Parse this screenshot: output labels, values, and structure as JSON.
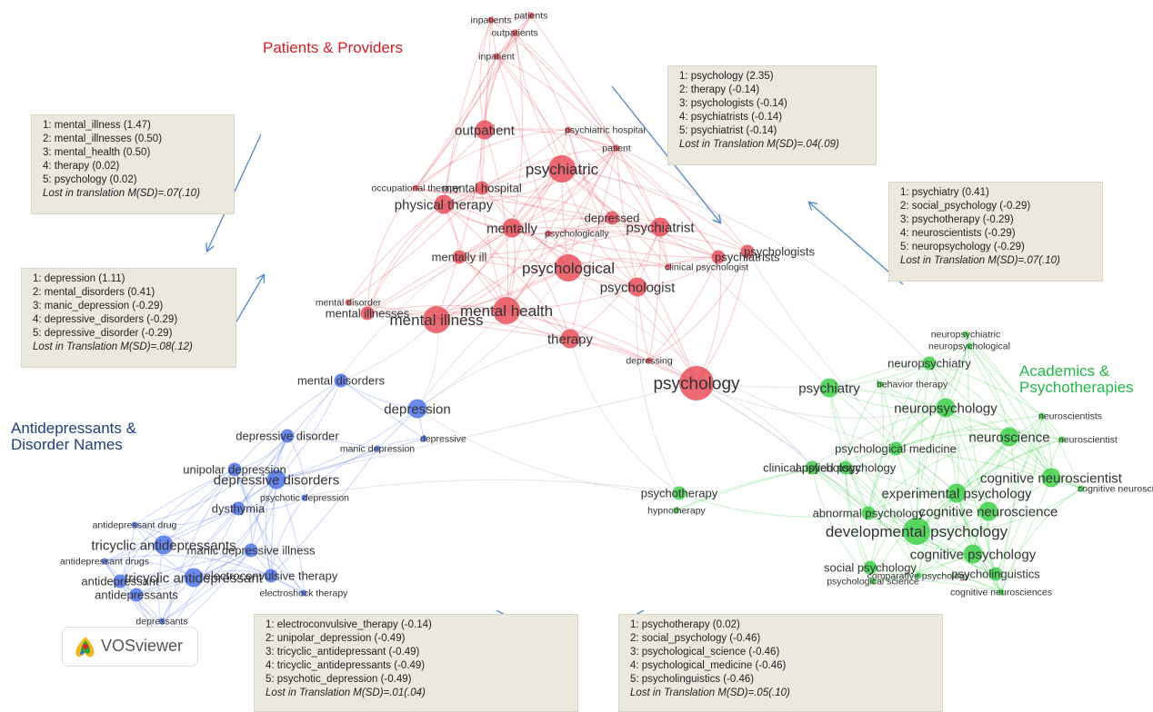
{
  "colors": {
    "red_cluster": "#e8505b",
    "blue_cluster": "#4f74e8",
    "green_cluster": "#3fcf4a",
    "red_title": "#d21f26",
    "blue_title": "#1f3f7a",
    "green_title": "#22b94a",
    "arrow": "#4e88c9",
    "box_bg": "#ebe8de"
  },
  "cluster_titles": {
    "red": "Patients & Providers",
    "blue_line1": "Antidepressants &",
    "blue_line2": "Disorder Names",
    "green_line1": "Academics &",
    "green_line2": "Psychotherapies"
  },
  "boxes": {
    "mental_illness": {
      "lines": [
        "1: mental_illness (1.47)",
        "2: mental_illnesses (0.50)",
        "3: mental_health (0.50)",
        "4: therapy (0.02)",
        "5: psychology (0.02)"
      ],
      "lost": "Lost in translation M(SD)=.07(.10)"
    },
    "depression": {
      "lines": [
        "1: depression (1.11)",
        "2: mental_disorders (0.41)",
        "3: manic_depression (-0.29)",
        "4: depressive_disorders (-0.29)",
        "5: depressive_disorder (-0.29)"
      ],
      "lost": "Lost in Translation M(SD)=.08(.12)"
    },
    "psychology": {
      "lines": [
        "1: psychology (2.35)",
        "2: therapy (-0.14)",
        "3: psychologists (-0.14)",
        "4: psychiatrists (-0.14)",
        "5: psychiatrist (-0.14)"
      ],
      "lost": "Lost in Translation M(SD)=.04(.09)"
    },
    "psychiatry": {
      "lines": [
        "1: psychiatry (0.41)",
        "2: social_psychology (-0.29)",
        "3: psychotherapy (-0.29)",
        "4: neuroscientists (-0.29)",
        "5: neuropsychology (-0.29)"
      ],
      "lost": "Lost in Translation M(SD)=.07(.10)"
    },
    "electroconvulsive": {
      "lines": [
        "1: electroconvulsive_therapy (-0.14)",
        "2: unipolar_depression (-0.49)",
        "3: tricyclic_antidepressant (-0.49)",
        "4: tricyclic_antidepressants (-0.49)",
        "5: psychotic_depression (-0.49)"
      ],
      "lost": "Lost in Translation M(SD)=.01(.04)"
    },
    "psychotherapy": {
      "lines": [
        "1: psychotherapy (0.02)",
        "2: social_psychology (-0.46)",
        "3: psychological_science (-0.46)",
        "4: psychological_medicine (-0.46)",
        "5: psycholinguistics (-0.46)"
      ],
      "lost": "Lost in Translation M(SD)=.05(.10)"
    }
  },
  "nodes": [
    {
      "label": "inpatients",
      "cluster": "red",
      "size": "xs"
    },
    {
      "label": "patients",
      "cluster": "red",
      "size": "xs"
    },
    {
      "label": "outpatients",
      "cluster": "red",
      "size": "xs"
    },
    {
      "label": "inpatient",
      "cluster": "red",
      "size": "xs"
    },
    {
      "label": "outpatient",
      "cluster": "red",
      "size": "m"
    },
    {
      "label": "psychiatric hospital",
      "cluster": "red",
      "size": "xs"
    },
    {
      "label": "patient",
      "cluster": "red",
      "size": "xs"
    },
    {
      "label": "psychiatric",
      "cluster": "red",
      "size": "l"
    },
    {
      "label": "occupational therapy",
      "cluster": "red",
      "size": "xs"
    },
    {
      "label": "mental hospital",
      "cluster": "red",
      "size": "s"
    },
    {
      "label": "physical therapy",
      "cluster": "red",
      "size": "m"
    },
    {
      "label": "mentally",
      "cluster": "red",
      "size": "m"
    },
    {
      "label": "psychologically",
      "cluster": "red",
      "size": "xs"
    },
    {
      "label": "depressed",
      "cluster": "red",
      "size": "s"
    },
    {
      "label": "psychiatrist",
      "cluster": "red",
      "size": "m"
    },
    {
      "label": "psychiatrists",
      "cluster": "red",
      "size": "s"
    },
    {
      "label": "psychologists",
      "cluster": "red",
      "size": "s"
    },
    {
      "label": "mentally ill",
      "cluster": "red",
      "size": "s"
    },
    {
      "label": "psychological",
      "cluster": "red",
      "size": "l"
    },
    {
      "label": "clinical psychologist",
      "cluster": "red",
      "size": "xs"
    },
    {
      "label": "psychologist",
      "cluster": "red",
      "size": "m"
    },
    {
      "label": "mental disorder",
      "cluster": "red",
      "size": "xs"
    },
    {
      "label": "mental illnesses",
      "cluster": "red",
      "size": "s"
    },
    {
      "label": "mental illness",
      "cluster": "red",
      "size": "l"
    },
    {
      "label": "mental health",
      "cluster": "red",
      "size": "l"
    },
    {
      "label": "therapy",
      "cluster": "red",
      "size": "m"
    },
    {
      "label": "depressing",
      "cluster": "red",
      "size": "xs"
    },
    {
      "label": "psychology",
      "cluster": "red",
      "size": "xl"
    },
    {
      "label": "mental disorders",
      "cluster": "blue",
      "size": "s"
    },
    {
      "label": "depression",
      "cluster": "blue",
      "size": "m"
    },
    {
      "label": "depressive",
      "cluster": "blue",
      "size": "xs"
    },
    {
      "label": "depressive disorder",
      "cluster": "blue",
      "size": "s"
    },
    {
      "label": "manic depression",
      "cluster": "blue",
      "size": "xs"
    },
    {
      "label": "unipolar depression",
      "cluster": "blue",
      "size": "s"
    },
    {
      "label": "depressive disorders",
      "cluster": "blue",
      "size": "m"
    },
    {
      "label": "psychotic depression",
      "cluster": "blue",
      "size": "xs"
    },
    {
      "label": "dysthymia",
      "cluster": "blue",
      "size": "s"
    },
    {
      "label": "antidepressant drug",
      "cluster": "blue",
      "size": "xs"
    },
    {
      "label": "tricyclic antidepressants",
      "cluster": "blue",
      "size": "m"
    },
    {
      "label": "manic depressive illness",
      "cluster": "blue",
      "size": "s"
    },
    {
      "label": "antidepressant drugs",
      "cluster": "blue",
      "size": "xs"
    },
    {
      "label": "antidepressant",
      "cluster": "blue",
      "size": "s"
    },
    {
      "label": "tricyclic antidepressant",
      "cluster": "blue",
      "size": "m"
    },
    {
      "label": "electroconvulsive therapy",
      "cluster": "blue",
      "size": "s"
    },
    {
      "label": "antidepressants",
      "cluster": "blue",
      "size": "s"
    },
    {
      "label": "electroshock therapy",
      "cluster": "blue",
      "size": "xs"
    },
    {
      "label": "depressants",
      "cluster": "blue",
      "size": "xs"
    },
    {
      "label": "depressant",
      "cluster": "blue",
      "size": "xs"
    },
    {
      "label": "neuropsychiatric",
      "cluster": "green",
      "size": "xs"
    },
    {
      "label": "neuropsychological",
      "cluster": "green",
      "size": "xs"
    },
    {
      "label": "neuropsychiatry",
      "cluster": "green",
      "size": "s"
    },
    {
      "label": "psychiatry",
      "cluster": "green",
      "size": "m"
    },
    {
      "label": "behavior therapy",
      "cluster": "green",
      "size": "xs"
    },
    {
      "label": "neuropsychology",
      "cluster": "green",
      "size": "m"
    },
    {
      "label": "neuroscience",
      "cluster": "green",
      "size": "m"
    },
    {
      "label": "neuroscientists",
      "cluster": "green",
      "size": "xs"
    },
    {
      "label": "neuroscientist",
      "cluster": "green",
      "size": "xs"
    },
    {
      "label": "psychological medicine",
      "cluster": "green",
      "size": "s"
    },
    {
      "label": "clinical psychology",
      "cluster": "green",
      "size": "s"
    },
    {
      "label": "applied psychology",
      "cluster": "green",
      "size": "s"
    },
    {
      "label": "cognitive neuroscientist",
      "cluster": "green",
      "size": "m"
    },
    {
      "label": "cognitive neuroscientists",
      "cluster": "green",
      "size": "xs"
    },
    {
      "label": "experimental psychology",
      "cluster": "green",
      "size": "m"
    },
    {
      "label": "psychotherapy",
      "cluster": "green",
      "size": "s"
    },
    {
      "label": "hypnotherapy",
      "cluster": "green",
      "size": "xs"
    },
    {
      "label": "abnormal psychology",
      "cluster": "green",
      "size": "s"
    },
    {
      "label": "cognitive neuroscience",
      "cluster": "green",
      "size": "m"
    },
    {
      "label": "developmental psychology",
      "cluster": "green",
      "size": "l"
    },
    {
      "label": "cognitive psychology",
      "cluster": "green",
      "size": "m"
    },
    {
      "label": "social psychology",
      "cluster": "green",
      "size": "s"
    },
    {
      "label": "comparative psychology",
      "cluster": "green",
      "size": "xs"
    },
    {
      "label": "psycholinguistics",
      "cluster": "green",
      "size": "s"
    },
    {
      "label": "psychological science",
      "cluster": "green",
      "size": "xs"
    },
    {
      "label": "cognitive neurosciences",
      "cluster": "green",
      "size": "xs"
    }
  ],
  "logo": {
    "text": "VOSviewer"
  }
}
